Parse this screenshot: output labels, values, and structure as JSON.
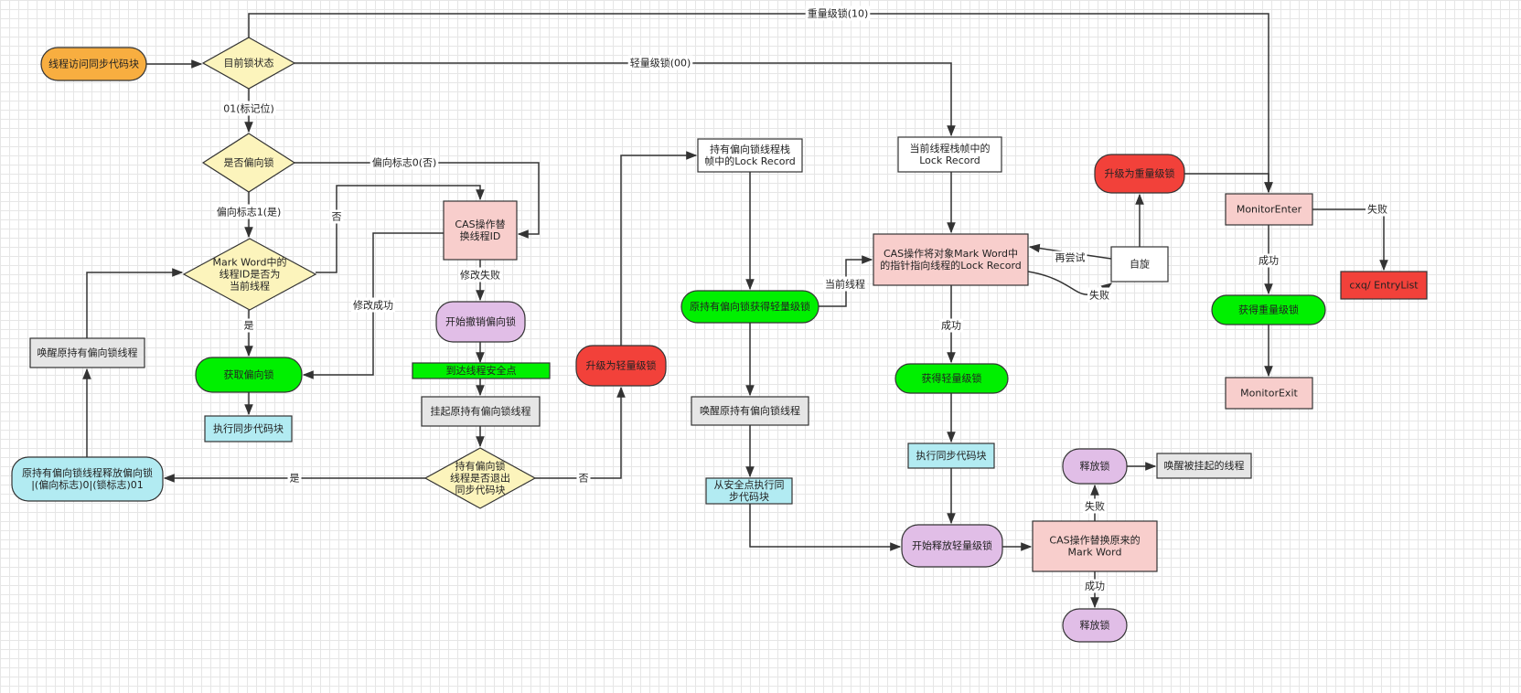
{
  "nodes": {
    "start": "线程访问同步代码块",
    "lock_state": "目前锁状态",
    "is_biased": "是否偏向锁",
    "mark_word_check": [
      "Mark Word中的",
      "线程ID是否为",
      "当前线程"
    ],
    "cas_replace_thread": [
      "CAS操作替",
      "换线程ID"
    ],
    "get_biased": "获取偏向锁",
    "exec_sync_1": "执行同步代码块",
    "wake_biased_holder_1": "唤醒原持有偏向锁线程",
    "release_biased": [
      "原持有偏向锁线程释放偏向锁",
      "|(偏向标志)0|(锁标志)01"
    ],
    "start_revoke": "开始撤销偏向锁",
    "reach_safepoint": "到达线程安全点",
    "suspend_holder": "挂起原持有偏向锁线程",
    "holder_exited": [
      "持有偏向锁",
      "线程是否退出",
      "同步代码块"
    ],
    "upgrade_light": "升级为轻量级锁",
    "lock_record_holder": [
      "持有偏向锁线程栈",
      "帧中的Lock Record"
    ],
    "holder_gets_light": "原持有偏向锁获得轻量级锁",
    "wake_biased_holder_2": "唤醒原持有偏向锁线程",
    "resume_from_safepoint": [
      "从安全点执行同",
      "步代码块"
    ],
    "lock_record_current": [
      "当前线程栈帧中的",
      "Lock Record"
    ],
    "cas_mark_word": [
      "CAS操作将对象Mark Word中",
      "的指针指向线程的Lock Record"
    ],
    "get_light": "获得轻量级锁",
    "exec_sync_2": "执行同步代码块",
    "start_release_light": "开始释放轻量级锁",
    "cas_restore": [
      "CAS操作替换原来的",
      "Mark Word"
    ],
    "release_lock_fail": "释放锁",
    "release_lock_ok": "释放锁",
    "wake_suspended": "唤醒被挂起的线程",
    "spin": "自旋",
    "upgrade_heavy": "升级为重量级锁",
    "monitor_enter": "MonitorEnter",
    "entry_list": "cxq/ EntryList",
    "get_heavy": "获得重量级锁",
    "monitor_exit": "MonitorExit"
  },
  "edge_labels": {
    "heavy_10": "重量级锁(10)",
    "light_00": "轻量级锁(00)",
    "flag_01": "01(标记位)",
    "biased_0": "偏向标志0(否)",
    "biased_1": "偏向标志1(是)",
    "no": "否",
    "yes": "是",
    "modify_fail": "修改失败",
    "modify_success": "修改成功",
    "exited_yes": "是",
    "exited_no": "否",
    "current_thread": "当前线程",
    "retry": "再尝试",
    "spin_fail": "失败",
    "success_1": "成功",
    "monitor_fail": "失败",
    "monitor_success": "成功",
    "release_fail": "失败",
    "release_success": "成功"
  },
  "colors": {
    "orange": "#F8AE40",
    "yellow": "#FCF4BC",
    "pink": "#F8CECC",
    "green": "#00F000",
    "cyan": "#B2EBF2",
    "gray": "#E6E6E6",
    "purple": "#E1BEE7",
    "red": "#F2413A",
    "white": "#FFFFFF"
  }
}
